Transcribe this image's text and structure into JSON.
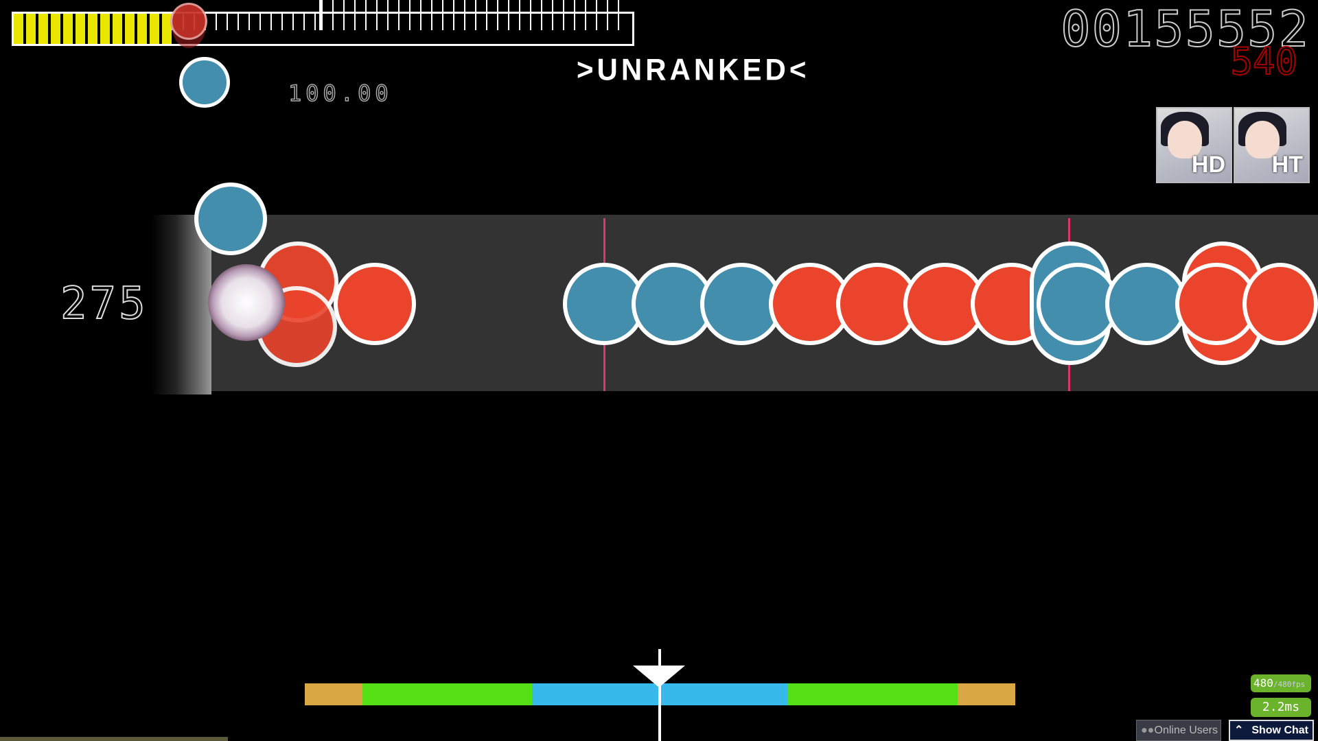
{
  "hud": {
    "health_percent": 26,
    "accuracy": "100.00",
    "unranked_label": ">UNRANKED<",
    "score": "00155552",
    "max_combo_top": "540",
    "combo": "275",
    "fps": "480",
    "fps_max": "/480fps",
    "latency": "2.2ms",
    "online_users_label": "Online Users",
    "show_chat_label": "Show Chat"
  },
  "mods": [
    {
      "label": "HD"
    },
    {
      "label": "HT"
    }
  ],
  "colors": {
    "don": "#ea442c",
    "kat": "#438eac",
    "lane": "#333333",
    "barline": "#e2336a",
    "hp_fill": "#e9e600"
  },
  "hit_error_meter": [
    {
      "color": "#d9a845",
      "weight": 80
    },
    {
      "color": "#55df15",
      "weight": 235
    },
    {
      "color": "#37baeb",
      "weight": 355
    },
    {
      "color": "#55df15",
      "weight": 235
    },
    {
      "color": "#d9a845",
      "weight": 80
    }
  ],
  "icons": {
    "online_users": "users-icon",
    "show_chat": "chevron-up-icon"
  }
}
